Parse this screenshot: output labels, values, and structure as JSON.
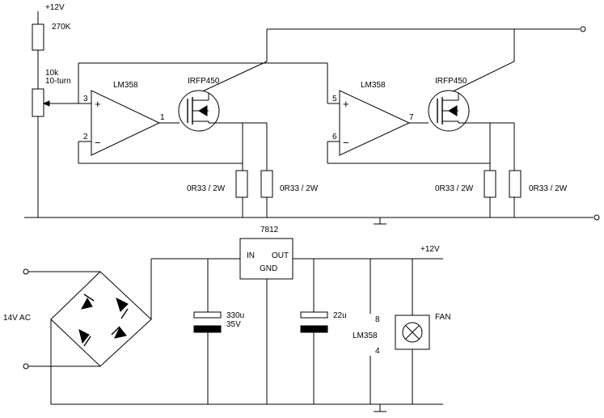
{
  "supply_label_top": "+12V",
  "resistor_270k": "270K",
  "pot_value": "10k",
  "pot_type": "10-turn",
  "opamp_a": {
    "label": "LM358",
    "pin_noninv": "3",
    "pin_inv": "2",
    "pin_out": "1",
    "plus": "+",
    "minus": "−"
  },
  "mosfet_a": "IRFP450",
  "opamp_b": {
    "label": "LM358",
    "pin_noninv": "5",
    "pin_inv": "6",
    "pin_out": "7",
    "plus": "+",
    "minus": "−"
  },
  "mosfet_b": "IRFP450",
  "shunt_1": "0R33 / 2W",
  "shunt_2": "0R33 / 2W",
  "shunt_3": "0R33 / 2W",
  "shunt_4": "0R33 / 2W",
  "regulator": {
    "name": "7812",
    "in": "IN",
    "out": "OUT",
    "gnd": "GND"
  },
  "supply_label_bottom": "+12V",
  "ac_input": "14V AC",
  "cap_330_value": "330u",
  "cap_330_voltage": "35V",
  "cap_22_value": "22u",
  "ic_power": {
    "pin8": "8",
    "name": "LM358",
    "pin4": "4"
  },
  "fan": "FAN"
}
